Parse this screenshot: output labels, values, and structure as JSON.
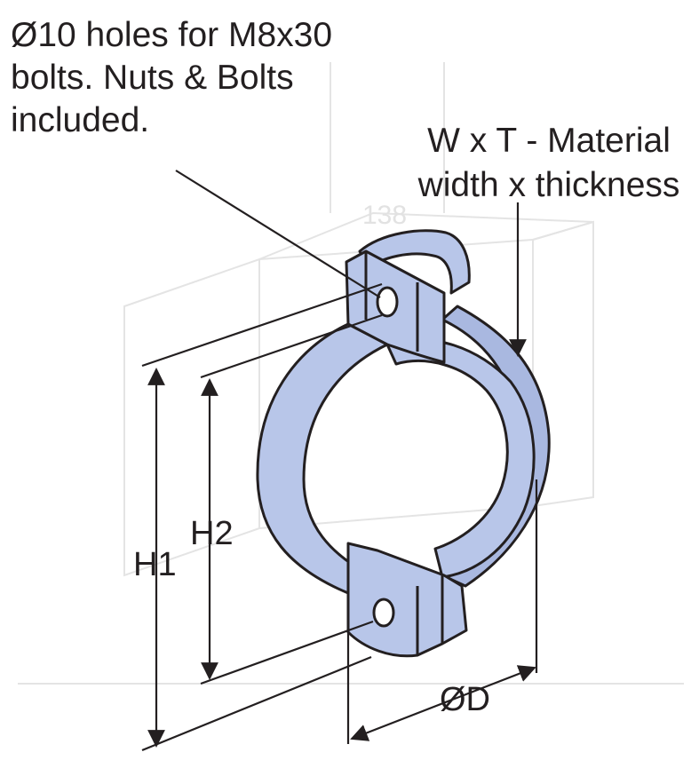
{
  "colors": {
    "clamp_fill": "#b8c6e9",
    "clamp_shade": "#a9b8e0",
    "line": "#231f20",
    "background_sketch": "#e4e4e4"
  },
  "annotations": {
    "holes": [
      "Ø10 holes for M8x30",
      "bolts. Nuts & Bolts",
      "included."
    ],
    "material": [
      "W x T - Material",
      "width x thickness"
    ]
  },
  "dimensions": {
    "h1": "H1",
    "h2": "H2",
    "diameter": "ØD"
  },
  "background_sketch": {
    "dimension": "138"
  }
}
